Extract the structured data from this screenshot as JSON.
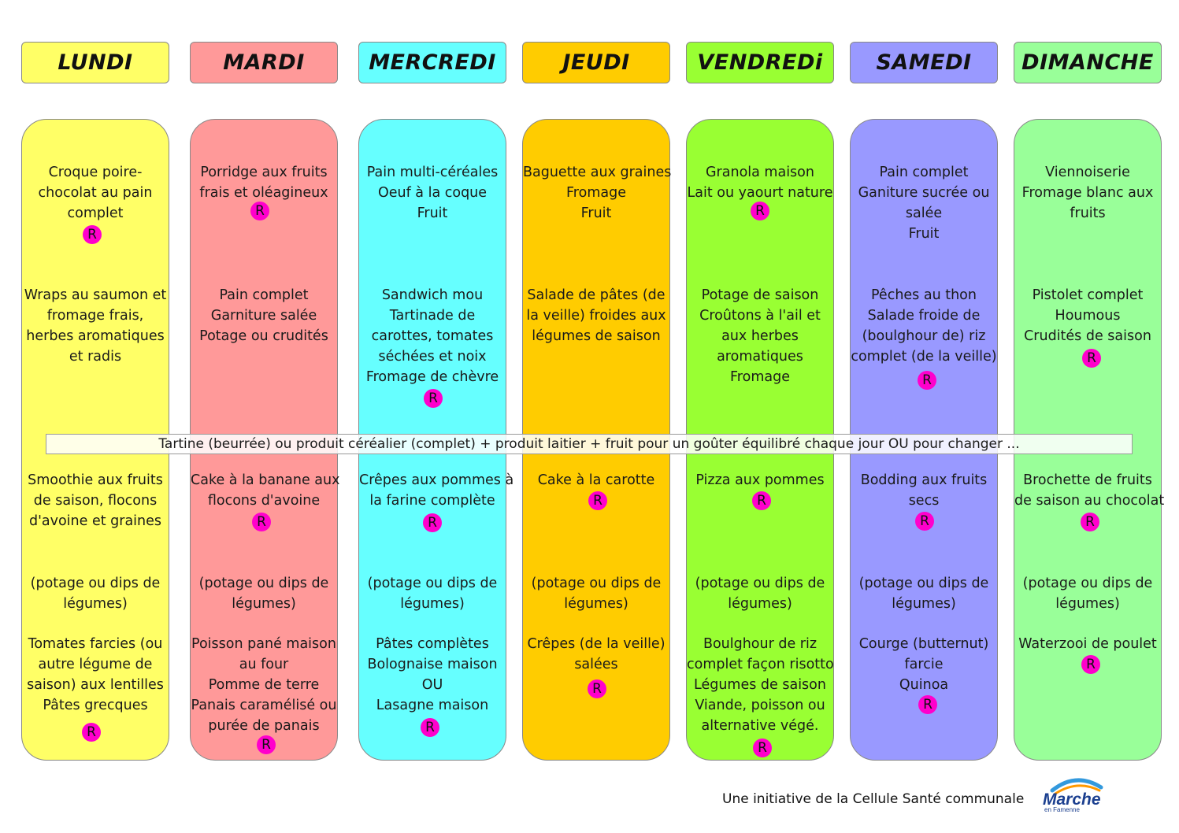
{
  "days": [
    {
      "name": "LUNDI",
      "color": "#ffff66",
      "breakfast": [
        "Croque poire-",
        "chocolat au pain",
        "complet"
      ],
      "lunch": [
        "Wraps au saumon et",
        "fromage frais,",
        "herbes aromatiques",
        "et radis"
      ],
      "snack": [
        "Smoothie aux fruits",
        "de saison, flocons",
        "d'avoine et graines"
      ],
      "soup": [
        "(potage ou dips de",
        "légumes)"
      ],
      "dinner": [
        "Tomates farcies (ou",
        "autre légume de",
        "saison) aux lentilles",
        "Pâtes grecques"
      ]
    },
    {
      "name": "MARDI",
      "color": "#ff9999",
      "breakfast": [
        "Porridge aux fruits",
        "frais et oléagineux"
      ],
      "lunch": [
        "Pain complet",
        "Garniture salée",
        "Potage ou crudités"
      ],
      "snack": [
        "Cake à la banane aux",
        "flocons d'avoine"
      ],
      "soup": [
        "(potage ou dips de",
        "légumes)"
      ],
      "dinner": [
        "Poisson pané maison",
        "au four",
        "Pomme de terre",
        "Panais caramélisé ou",
        "purée de panais"
      ]
    },
    {
      "name": "MERCREDI",
      "color": "#66ffff",
      "breakfast": [
        "Pain multi-céréales",
        "Oeuf à la coque",
        "Fruit"
      ],
      "lunch": [
        "Sandwich mou",
        "Tartinade de",
        "carottes, tomates",
        "séchées et noix",
        "Fromage de chèvre"
      ],
      "snack": [
        "Crêpes aux pommes à",
        "la farine complète"
      ],
      "soup": [
        "(potage ou dips de",
        "légumes)"
      ],
      "dinner": [
        "Pâtes complètes",
        "Bolognaise maison",
        "OU",
        "Lasagne maison"
      ]
    },
    {
      "name": "JEUDI",
      "color": "#ffcc00",
      "breakfast": [
        "Baguette aux graines",
        "Fromage",
        "Fruit"
      ],
      "lunch": [
        "Salade de pâtes (de",
        "la veille) froides aux",
        "légumes de saison"
      ],
      "snack": [
        "Cake à la carotte"
      ],
      "soup": [
        "(potage ou dips de",
        "légumes)"
      ],
      "dinner": [
        "Crêpes (de la veille)",
        "salées"
      ]
    },
    {
      "name": "VENDREDi",
      "color": "#99ff33",
      "breakfast": [
        "Granola maison",
        "Lait ou yaourt nature"
      ],
      "lunch": [
        "Potage de saison",
        "Croûtons à l'ail et",
        "aux herbes",
        "aromatiques",
        "Fromage"
      ],
      "snack": [
        "Pizza aux pommes"
      ],
      "soup": [
        "(potage ou dips de",
        "légumes)"
      ],
      "dinner": [
        "Boulghour de riz",
        "complet façon risotto",
        "Légumes de saison",
        "Viande, poisson ou",
        "alternative végé."
      ]
    },
    {
      "name": "SAMEDI",
      "color": "#9999ff",
      "breakfast": [
        "Pain complet",
        "Ganiture sucrée ou",
        "salée",
        "Fruit"
      ],
      "lunch": [
        "Pêches au thon",
        "Salade froide de",
        "(boulghour de) riz",
        "complet (de la veille)"
      ],
      "snack": [
        "Bodding aux fruits",
        "secs"
      ],
      "soup": [
        "(potage ou dips de",
        "légumes)"
      ],
      "dinner": [
        "Courge (butternut)",
        "farcie",
        "Quinoa"
      ]
    },
    {
      "name": "DIMANCHE",
      "color": "#99ff99",
      "breakfast": [
        "Viennoiserie",
        "Fromage blanc aux",
        "fruits"
      ],
      "lunch": [
        "Pistolet complet",
        "Houmous",
        "Crudités de saison"
      ],
      "snack": [
        "Brochette de fruits",
        "de saison au chocolat"
      ],
      "soup": [
        "(potage ou dips de",
        "légumes)"
      ],
      "dinner": [
        "Waterzooi de poulet"
      ]
    }
  ],
  "recipe_badge": "R",
  "recipe_badge_color": "#ff00cc",
  "snack_banner": "Tartine (beurrée) ou produit céréalier (complet) + produit laitier + fruit pour un goûter équilibré chaque jour OU pour changer ...",
  "footer": {
    "text": "Une initiative de la Cellule Santé communale",
    "logo_word": "Marche",
    "logo_sub": "en Famenne"
  }
}
